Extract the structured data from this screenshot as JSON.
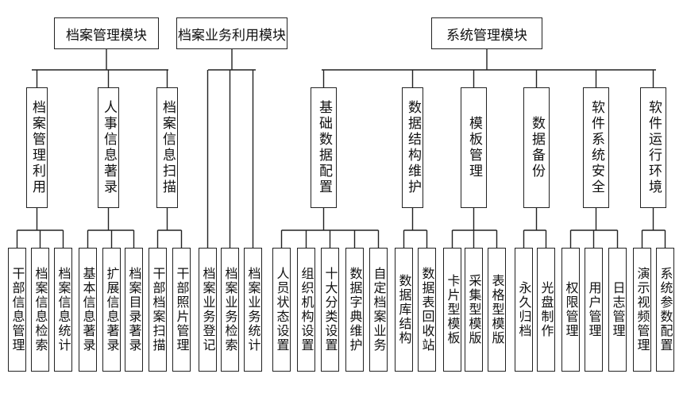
{
  "modules": [
    {
      "label": "档案管理模块",
      "groups": [
        {
          "label": "档案管理利用",
          "items": [
            "干部信息管理",
            "档案信息检索",
            "档案信息统计"
          ]
        },
        {
          "label": "人事信息著录",
          "items": [
            "基本信息著录",
            "扩展信息著录",
            "档案目录著录"
          ]
        },
        {
          "label": "档案信息扫描",
          "items": [
            "干部档案扫描",
            "干部照片管理"
          ]
        }
      ]
    },
    {
      "label": "档案业务利用模块",
      "items": [
        "档案业务登记",
        "档案业务检索",
        "档案业务统计"
      ]
    },
    {
      "label": "系统管理模块",
      "groups": [
        {
          "label": "基础数据配置",
          "items": [
            "人员状态设置",
            "组织机构设置",
            "十大分类设置",
            "数据字典维护",
            "自定档案业务"
          ]
        },
        {
          "label": "数据结构维护",
          "items": [
            "数据库结构",
            "数据表回收站"
          ]
        },
        {
          "label": "模板管理",
          "items": [
            "卡片型模板",
            "采集型模版",
            "表格型模版"
          ]
        },
        {
          "label": "数据备份",
          "items": [
            "永久归档",
            "光盘制作"
          ]
        },
        {
          "label": "软件系统安全",
          "items": [
            "权限管理",
            "用户管理",
            "日志管理"
          ]
        },
        {
          "label": "软件运行环境",
          "items": [
            "演示视频管理",
            "系统参数配置"
          ]
        }
      ]
    }
  ]
}
